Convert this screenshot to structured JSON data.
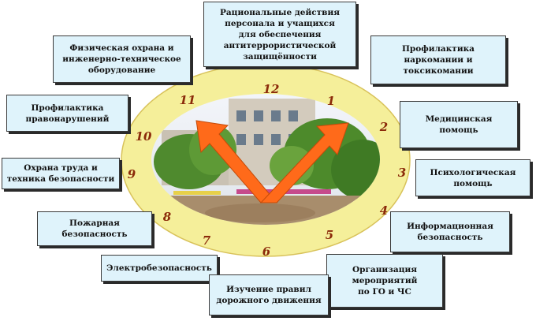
{
  "colors": {
    "box_fill": "#dff3fb",
    "ring_fill": "#f5ef9a",
    "ring_stroke": "#d8c25a",
    "arrow_fill": "#ff6a1a",
    "numbers": "#8b2a0a"
  },
  "clock_numbers": [
    "12",
    "1",
    "2",
    "3",
    "4",
    "5",
    "6",
    "7",
    "8",
    "9",
    "10",
    "11"
  ],
  "center_image": "school-building-photo",
  "topics": {
    "t12": "Рациональные действия\nперсонала и учащихся\nдля обеспечения\nантитеррористической\nзащищённости",
    "t1": "Профилактика\nнаркомании и\nтоксикомании",
    "t2": "Медицинская\nпомощь",
    "t3": "Психологическая\nпомощь",
    "t4": "Информационная\nбезопасность",
    "t5": "Организация\nмероприятий\nпо ГО и ЧС",
    "t6": "Изучение правил\nдорожного движения",
    "t7": "Электробезопасность",
    "t8": "Пожарная\nбезопасность",
    "t9": "Охрана труда и\nтехника безопасности",
    "t10": "Профилактика\nправонарушений",
    "t11": "Физическая охрана и\nинженерно-техническое\nоборудование"
  }
}
